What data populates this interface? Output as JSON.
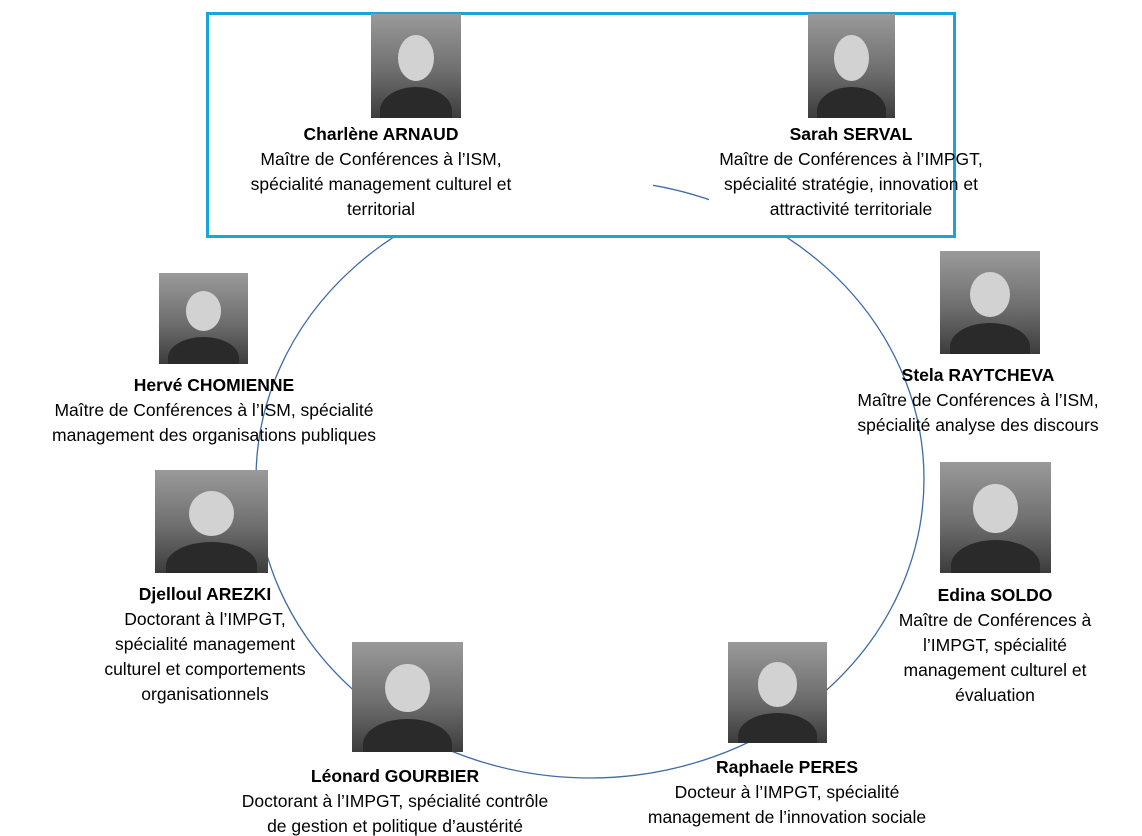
{
  "colors": {
    "frame": "#1aa4dc",
    "ring": "#3f6aa6",
    "text": "#000000"
  },
  "people": [
    {
      "id": "charlene-arnaud",
      "name": "Charlène ARNAUD",
      "lines": [
        "Maître de Conférences à l’ISM,",
        "spécialité management culturel et",
        "territorial"
      ],
      "photo": "portrait-photo"
    },
    {
      "id": "sarah-serval",
      "name": "Sarah SERVAL",
      "lines": [
        "Maître de Conférences à l’IMPGT,",
        "spécialité stratégie, innovation et",
        "attractivité territoriale"
      ],
      "photo": "portrait-photo"
    },
    {
      "id": "stela-raytcheva",
      "name": "Stela RAYTCHEVA",
      "lines": [
        "Maître de Conférences à l’ISM,",
        "spécialité analyse des discours"
      ],
      "photo": "portrait-photo"
    },
    {
      "id": "edina-soldo",
      "name": "Edina SOLDO",
      "lines": [
        "Maître de Conférences à",
        "l’IMPGT, spécialité",
        "management culturel et",
        "évaluation"
      ],
      "photo": "portrait-photo"
    },
    {
      "id": "raphaele-peres",
      "name": "Raphaele PERES",
      "lines": [
        "Docteur à l’IMPGT, spécialité",
        "management de l’innovation sociale"
      ],
      "photo": "portrait-photo"
    },
    {
      "id": "leonard-gourbier",
      "name": "Léonard GOURBIER",
      "lines": [
        "Doctorant à l’IMPGT, spécialité contrôle",
        "de gestion et politique  d’austérité"
      ],
      "photo": "portrait-photo"
    },
    {
      "id": "djelloul-arezki",
      "name": "Djelloul AREZKI",
      "lines": [
        "Doctorant à l’IMPGT,",
        "spécialité management",
        "culturel et comportements",
        "organisationnels"
      ],
      "photo": "portrait-photo"
    },
    {
      "id": "herve-chomienne",
      "name": "Hervé CHOMIENNE",
      "lines": [
        "Maître de Conférences à l’ISM, spécialité",
        "management des organisations publiques"
      ],
      "photo": "portrait-photo"
    }
  ]
}
